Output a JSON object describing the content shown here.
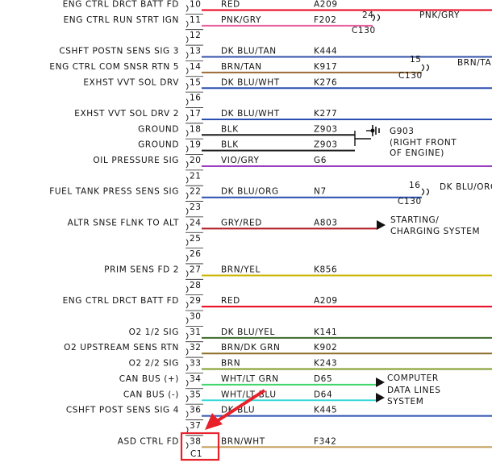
{
  "connector_label": "C1",
  "rows": [
    {
      "pin": "10",
      "func": "ENG CTRL DRCT BATT FD",
      "color": "RED",
      "circuit": "A209",
      "wire": "#e8001c"
    },
    {
      "pin": "11",
      "func": "ENG CTRL RUN STRT IGN",
      "color": "PNK/GRY",
      "circuit": "F202",
      "wire": "#e85fa0"
    },
    {
      "pin": "12",
      "func": "",
      "color": "",
      "circuit": "",
      "wire": ""
    },
    {
      "pin": "13",
      "func": "CSHFT POSTN SENS SIG 3",
      "color": "DK BLU/TAN",
      "circuit": "K444",
      "wire": "#3152a8"
    },
    {
      "pin": "14",
      "func": "ENG CTRL COM SNSR RTN 5",
      "color": "BRN/TAN",
      "circuit": "K917",
      "wire": "#9a6b35"
    },
    {
      "pin": "15",
      "func": "EXHST VVT SOL DRV",
      "color": "DK BLU/WHT",
      "circuit": "K276",
      "wire": "#2a4fb0"
    },
    {
      "pin": "16",
      "func": "",
      "color": "",
      "circuit": "",
      "wire": ""
    },
    {
      "pin": "17",
      "func": "EXHST VVT SOL DRV 2",
      "color": "DK BLU/WHT",
      "circuit": "K277",
      "wire": "#2a4fb0"
    },
    {
      "pin": "18",
      "func": "GROUND",
      "color": "BLK",
      "circuit": "Z903",
      "wire": "#1a1a1a"
    },
    {
      "pin": "19",
      "func": "GROUND",
      "color": "BLK",
      "circuit": "Z903",
      "wire": "#1a1a1a"
    },
    {
      "pin": "20",
      "func": "OIL PRESSURE SIG",
      "color": "VIO/GRY",
      "circuit": "G6",
      "wire": "#9a3fbf"
    },
    {
      "pin": "21",
      "func": "",
      "color": "",
      "circuit": "",
      "wire": ""
    },
    {
      "pin": "22",
      "func": "FUEL TANK PRESS SENS SIG",
      "color": "DK BLU/ORG",
      "circuit": "N7",
      "wire": "#2a4fb0"
    },
    {
      "pin": "23",
      "func": "",
      "color": "",
      "circuit": "",
      "wire": ""
    },
    {
      "pin": "24",
      "func": "ALTR SNSE FLNK TO ALT",
      "color": "GRY/RED",
      "circuit": "A803",
      "wire": "#b01822"
    },
    {
      "pin": "25",
      "func": "",
      "color": "",
      "circuit": "",
      "wire": ""
    },
    {
      "pin": "26",
      "func": "",
      "color": "",
      "circuit": "",
      "wire": ""
    },
    {
      "pin": "27",
      "func": "PRIM SENS FD 2",
      "color": "BRN/YEL",
      "circuit": "K856",
      "wire": "#c8b400"
    },
    {
      "pin": "28",
      "func": "",
      "color": "",
      "circuit": "",
      "wire": ""
    },
    {
      "pin": "29",
      "func": "ENG CTRL DRCT BATT FD",
      "color": "RED",
      "circuit": "A209",
      "wire": "#e8001c"
    },
    {
      "pin": "30",
      "func": "",
      "color": "",
      "circuit": "",
      "wire": ""
    },
    {
      "pin": "31",
      "func": "O2 1/2 SIG",
      "color": "DK BLU/YEL",
      "circuit": "K141",
      "wire": "#3d6a2a"
    },
    {
      "pin": "32",
      "func": "O2 UPSTREAM SENS RTN",
      "color": "BRN/DK GRN",
      "circuit": "K902",
      "wire": "#8a6a24"
    },
    {
      "pin": "33",
      "func": "O2 2/2 SIG",
      "color": "BRN",
      "circuit": "K243",
      "wire": "#7d9a2a"
    },
    {
      "pin": "34",
      "func": "CAN BUS (+)",
      "color": "WHT/LT GRN",
      "circuit": "D65",
      "wire": "#3ed66a"
    },
    {
      "pin": "35",
      "func": "CAN BUS (-)",
      "color": "WHT/LT BLU",
      "circuit": "D64",
      "wire": "#38d8d8"
    },
    {
      "pin": "36",
      "func": "CSHFT POST SENS SIG 4",
      "color": "DK BLU",
      "circuit": "K445",
      "wire": "#2a4fb0"
    },
    {
      "pin": "37",
      "func": "",
      "color": "",
      "circuit": "",
      "wire": ""
    },
    {
      "pin": "38",
      "func": "ASD CTRL FD",
      "color": "BRN/WHT",
      "circuit": "F342",
      "wire": "#c8a060"
    }
  ],
  "splices": [
    {
      "pin": "24",
      "connector": "C130",
      "color": "PNK/GRY"
    },
    {
      "pin": "15",
      "connector": "C130",
      "color": "BRN/TAN"
    },
    {
      "pin": "16",
      "connector": "C130",
      "color": "DK BLU/ORG"
    }
  ],
  "ground": {
    "id": "G903",
    "line1": "(RIGHT FRONT",
    "line2": "OF ENGINE)"
  },
  "destinations": {
    "starting": {
      "line1": "STARTING/",
      "line2": "CHARGING SYSTEM"
    },
    "computer": {
      "line1": "COMPUTER",
      "line2": "DATA LINES",
      "line3": "SYSTEM"
    }
  },
  "colors": {
    "highlight": "#e8202a",
    "arrow": "#e8202a"
  }
}
